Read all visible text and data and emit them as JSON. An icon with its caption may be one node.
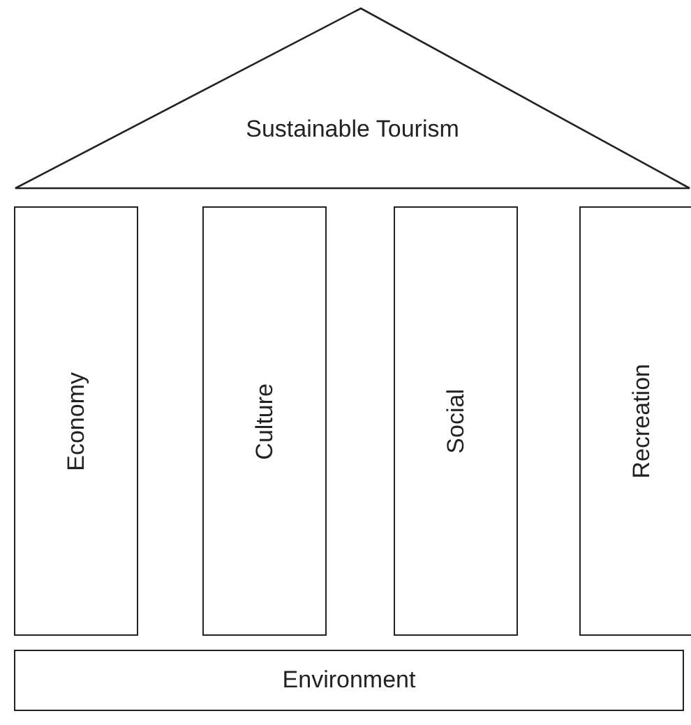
{
  "diagram": {
    "nodes": [
      {
        "text": [
          "Sustainable Tourism"
        ]
      },
      {
        "text": [
          "Economy"
        ]
      },
      {
        "text": [
          "Culture"
        ]
      },
      {
        "text": [
          "Social"
        ]
      },
      {
        "text": [
          "Recreation"
        ]
      },
      {
        "text": [
          "Environment"
        ]
      }
    ],
    "edges": []
  }
}
